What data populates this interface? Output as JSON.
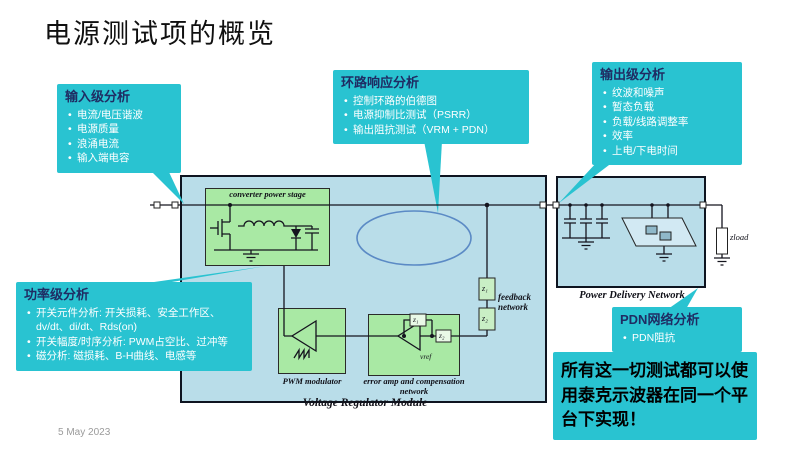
{
  "slide": {
    "title": "电源测试项的概览",
    "date": "5 May 2023"
  },
  "callouts": {
    "input": {
      "title": "输入级分析",
      "items": [
        "电流/电压谐波",
        "电源质量",
        "浪涌电流",
        "输入端电容"
      ]
    },
    "loop": {
      "title": "环路响应分析",
      "items": [
        "控制环路的伯德图",
        "电源抑制比测试（PSRR）",
        "输出阻抗测试（VRM + PDN）"
      ]
    },
    "output": {
      "title": "输出级分析",
      "items": [
        "纹波和噪声",
        "暂态负载",
        "负载/线路调整率",
        "效率",
        "上电/下电时间"
      ]
    },
    "power": {
      "title": "功率级分析",
      "items": [
        "开关元件分析: 开关损耗、安全工作区、dv/dt、di/dt、Rds(on)",
        "开关幅度/时序分析: PWM占空比、过冲等",
        "磁分析: 磁损耗、B-H曲线、电感等"
      ]
    },
    "pdn": {
      "title": "PDN网络分析",
      "items": [
        "PDN阻抗"
      ]
    },
    "statement": "所有这一切测试都可以使用泰克示波器在同一个平台下实现！"
  },
  "diagram": {
    "vrm_label": "Voltage Regulator Module",
    "pdn_label": "Power Delivery Network",
    "converter_label": "converter power stage",
    "pwm_label": "PWM modulator",
    "error_amp_label": "error amp and compensation network",
    "feedback_label": "feedback network",
    "z1": "z₁",
    "z2": "z₂",
    "zload": "zload",
    "vref": "vref"
  },
  "colors": {
    "accent": "#29c3d1",
    "callout_header_text": "#1f2c63",
    "diagram_bg": "#b9dde9",
    "stage_bg": "#a9e9a4",
    "ellipse_stroke": "#5b8ac5"
  }
}
